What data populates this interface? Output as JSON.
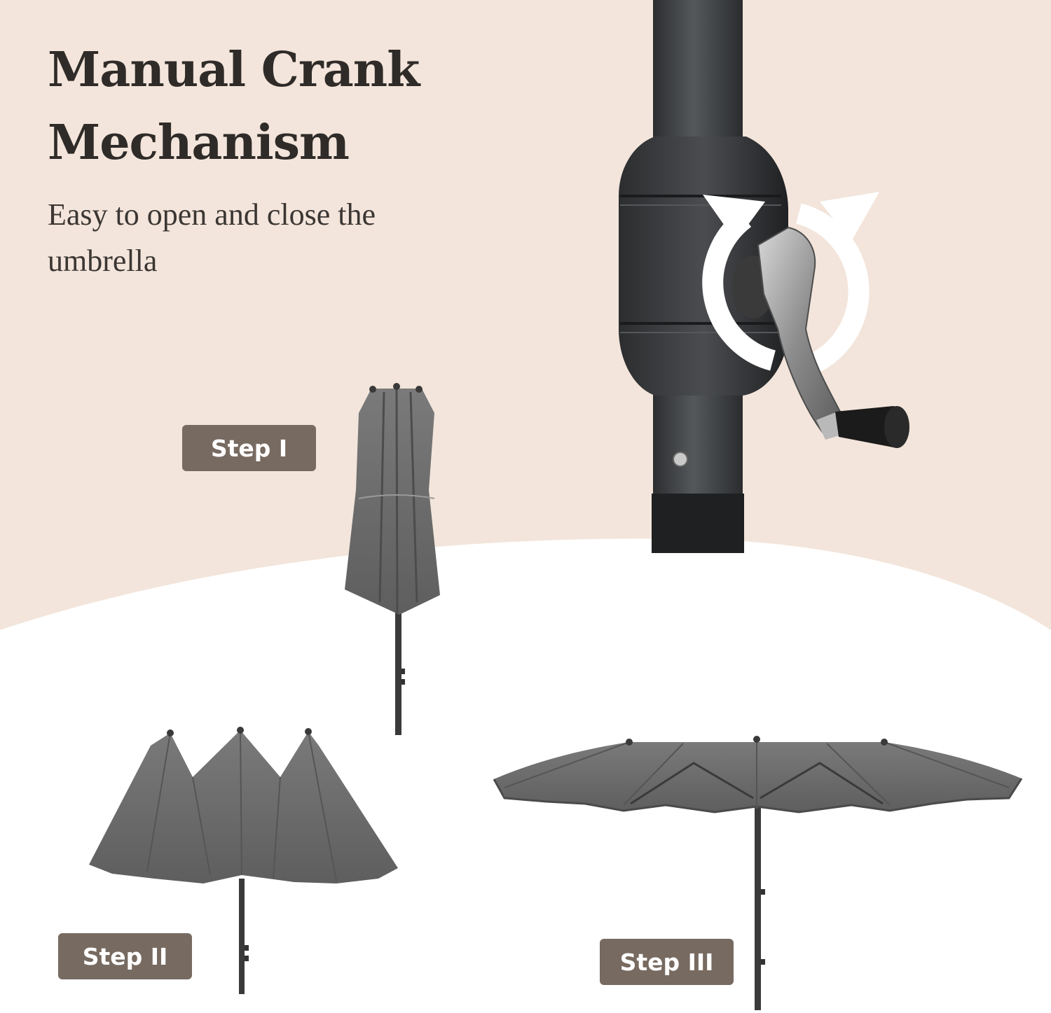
{
  "heading": {
    "line1": "Manual Crank",
    "line2": "Mechanism"
  },
  "subtitle": {
    "line1": "Easy to open and close the",
    "line2": "umbrella"
  },
  "steps": [
    {
      "label": "Step I"
    },
    {
      "label": "Step II"
    },
    {
      "label": "Step III"
    }
  ],
  "colors": {
    "background_top": "#f3e5db",
    "background_bottom": "#ffffff",
    "heading_text": "#2f2b28",
    "badge_fill": "#776a61",
    "badge_text": "#ffffff",
    "canopy_gray": "#6a6a6a",
    "pole_dark": "#3d3f41"
  },
  "icons": [
    "rotation-arrows-icon",
    "crank-handle-icon"
  ]
}
